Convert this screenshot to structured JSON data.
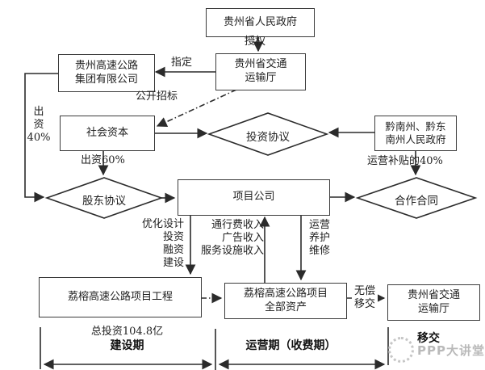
{
  "palette": {
    "line": "#2b2b2b",
    "box_border": "#3b3b3b",
    "text": "#1e1e1e",
    "watermark": "#b9b9b9"
  },
  "boxes": {
    "provincial_gov": {
      "label": "贵州省人民政府"
    },
    "transport_dept": {
      "line1": "贵州省交通",
      "line2": "运输厅"
    },
    "expressway_group": {
      "line1": "贵州高速公路",
      "line2": "集团有限公司"
    },
    "social_capital": {
      "label": "社会资本"
    },
    "prefecture_gov": {
      "line1": "黔南州、黔东",
      "line2": "南州人民政府"
    },
    "project_company": {
      "label": "项目公司"
    },
    "project_works": {
      "label": "荔榕高速公路项目工程"
    },
    "project_assets": {
      "line1": "荔榕高速公路项目",
      "line2": "全部资产"
    },
    "transport_dept_2": {
      "line1": "贵州省交通",
      "line2": "运输厅"
    }
  },
  "diamonds": {
    "investment_agreement": "投资协议",
    "shareholder_agreement": "股东协议",
    "cooperation_contract": "合作合同"
  },
  "edge_labels": {
    "authorize": "授权",
    "designate": "指定",
    "public_bidding": "公开招标",
    "contribute_40": {
      "line1": "出",
      "line2": "资",
      "line3": "40%"
    },
    "contribute_60": "出资60%",
    "operating_subsidy": "运营补贴的40%",
    "responsibilities": {
      "line1": "优化设计",
      "line2": "投资",
      "line3": "融资",
      "line4": "建设"
    },
    "revenues": {
      "line1": "通行费收入",
      "line2": "广告收入",
      "line3": "服务设施收入"
    },
    "operations": {
      "line1": "运营",
      "line2": "养护",
      "line3": "维修"
    },
    "free_transfer": {
      "line1": "无偿",
      "line2": "移交"
    }
  },
  "timeline": {
    "total_investment": "总投资104.8亿",
    "construction_period": "建设期",
    "operation_period": "运营期（收费期）",
    "handover": "移交"
  },
  "watermark": {
    "text": "PPP大讲堂"
  }
}
